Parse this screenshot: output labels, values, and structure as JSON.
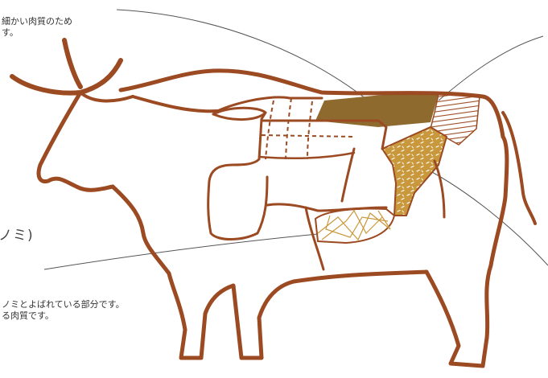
{
  "texts": {
    "top_line1": "細かい肉質のため",
    "top_line2": "す。",
    "heading": "ノミ)",
    "bottom_line1": "ノミとよばれている部分です。",
    "bottom_line2": "る肉質です。"
  },
  "colors": {
    "outline": "#9b4a22",
    "sirloin_fill": "#8e6a2e",
    "hatch": "#9b4a22",
    "speckle_fill": "#c9983c",
    "mesh_fill": "#c9983c",
    "leader_line": "#555555"
  }
}
